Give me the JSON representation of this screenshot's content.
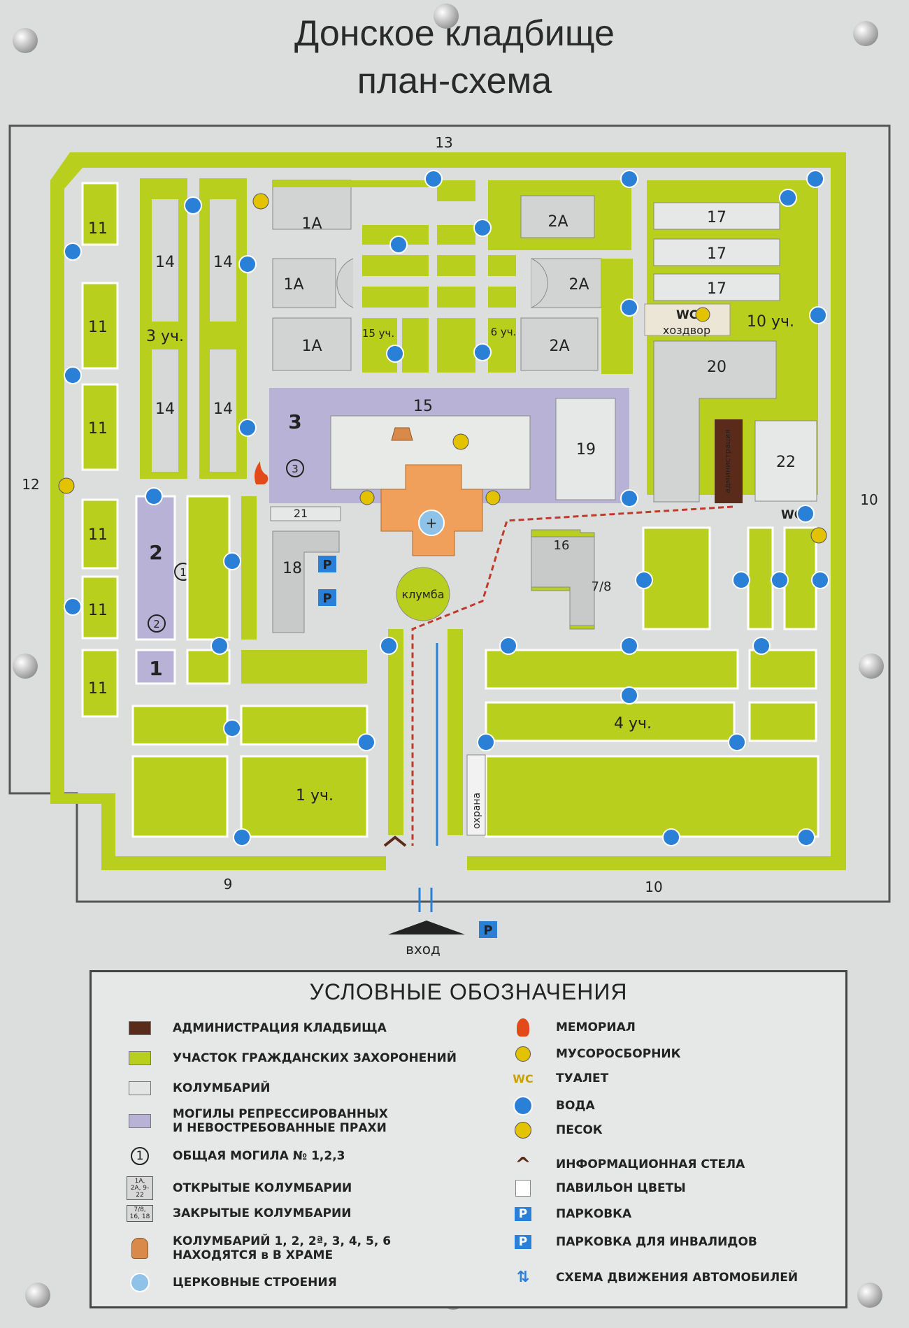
{
  "title": {
    "line1": "Донское кладбище",
    "line2": "план-схема"
  },
  "map": {
    "edge_labels": {
      "top": "13",
      "left": "12",
      "right": "10",
      "bottom_left": "9",
      "bottom_right": "10"
    },
    "plots": {
      "p11": "11",
      "p14": "14",
      "p3u": "3 уч.",
      "p1a": "1А",
      "p2a": "2А",
      "p15u": "15 уч.",
      "p6u": "6 уч.",
      "p17": "17",
      "p10u": "10 уч.",
      "p20": "20",
      "p22": "22",
      "p3": "3",
      "p15": "15",
      "p19": "19",
      "p21": "21",
      "p18": "18",
      "p2": "2",
      "p1": "1",
      "p16": "16",
      "p78": "7/8",
      "p4u": "4 уч.",
      "p1u": "1 уч.",
      "klumba": "клумба",
      "admin": "администрация",
      "hozdvor": "хоздвор",
      "ohrana": "охрана",
      "wc": "WC",
      "entrance": "вход",
      "parking": "P",
      "grave1": "1",
      "grave2": "2",
      "grave3": "3"
    },
    "colors": {
      "plot": "#b9cf1e",
      "path": "#e8eae8",
      "columbarium": "#d2d4d4",
      "repressed": "#b8b3d6",
      "church": "#f0a05a",
      "admin": "#5a2b1a",
      "water": "#2a7fd6",
      "route": "#c0392b"
    }
  },
  "legend": {
    "title": "УСЛОВНЫЕ ОБОЗНАЧЕНИЯ",
    "left_items": [
      {
        "label": "АДМИНИСТРАЦИЯ КЛАДБИЩА",
        "icon": "admin-swatch"
      },
      {
        "label": "УЧАСТОК ГРАЖДАНСКИХ ЗАХОРОНЕНИЙ",
        "icon": "plot-swatch"
      },
      {
        "label": "КОЛУМБАРИЙ",
        "icon": "columbarium-swatch"
      },
      {
        "label": "МОГИЛЫ РЕПРЕССИРОВАННЫХ",
        "label2": "И НЕВОСТРЕБОВАННЫЕ ПРАХИ",
        "icon": "repressed-swatch"
      },
      {
        "label": "ОБЩАЯ МОГИЛА № 1,2,3",
        "icon": "grave-number-icon",
        "mark": "1"
      },
      {
        "label": "ОТКРЫТЫЕ КОЛУМБАРИИ",
        "icon": "open-columbarium-icon",
        "mark": "1А, 2А, 9-22"
      },
      {
        "label": "ЗАКРЫТЫЕ КОЛУМБАРИИ",
        "icon": "closed-columbarium-icon",
        "mark": "7/8, 16, 18"
      },
      {
        "label": "КОЛУМБАРИЙ 1, 2, 2ª, 3, 4, 5, 6",
        "label2": "НАХОДЯТСЯ в В ХРАМЕ",
        "icon": "urn-icon"
      },
      {
        "label": "ЦЕРКОВНЫЕ СТРОЕНИЯ",
        "icon": "church-icon"
      }
    ],
    "right_items": [
      {
        "label": "МЕМОРИАЛ",
        "icon": "flame-icon"
      },
      {
        "label": "МУСОРОСБОРНИК",
        "icon": "trash-icon"
      },
      {
        "label": "ТУАЛЕТ",
        "icon": "wc-icon",
        "mark": "WC"
      },
      {
        "label": "ВОДА",
        "icon": "water-icon"
      },
      {
        "label": "ПЕСОК",
        "icon": "sand-icon"
      },
      {
        "label": "ИНФОРМАЦИОННАЯ СТЕЛА",
        "icon": "stele-icon"
      },
      {
        "label": "ПАВИЛЬОН ЦВЕТЫ",
        "icon": "flower-pavilion-icon"
      },
      {
        "label": "ПАРКОВКА",
        "icon": "parking-icon",
        "mark": "P"
      },
      {
        "label": "ПАРКОВКА ДЛЯ ИНВАЛИДОВ",
        "icon": "disabled-parking-icon",
        "mark": "P"
      },
      {
        "label": "СХЕМА ДВИЖЕНИЯ АВТОМОБИЛЕЙ",
        "icon": "traffic-arrows-icon"
      }
    ]
  }
}
